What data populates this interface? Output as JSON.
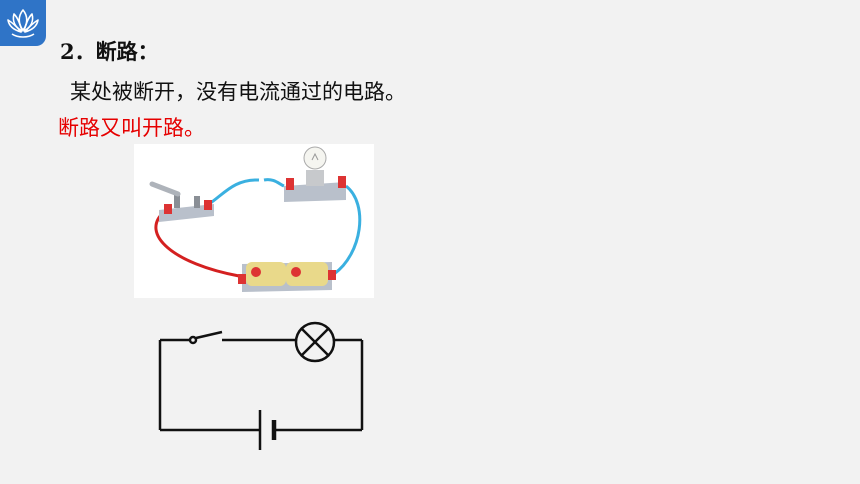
{
  "slide": {
    "heading": "2．断路：",
    "description": "某处被断开，没有电流通过的电路。",
    "note": "断路又叫开路。"
  },
  "icons": {
    "logo": "lotus-logo-icon",
    "wire": "wire-icon",
    "bulb": "light-bulb-icon",
    "switch": "knife-switch-icon",
    "battery": "battery-icon",
    "lamp_symbol": "lamp-symbol-icon",
    "battery_symbol": "battery-symbol-icon",
    "switch_symbol": "open-switch-symbol-icon"
  },
  "colors": {
    "logo_bg": "#2f74c7",
    "note_red": "#e60000",
    "wire_blue": "#3ab0e0",
    "wire_red": "#d42020"
  }
}
